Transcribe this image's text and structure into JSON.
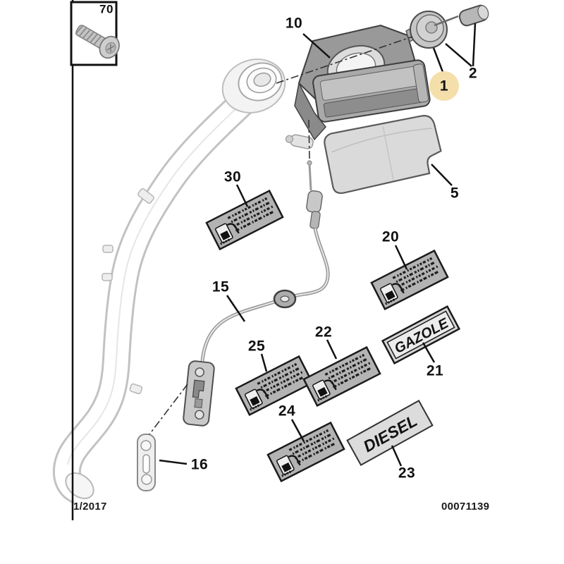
{
  "callouts": {
    "c70": "70",
    "c10": "10",
    "c1": "1",
    "c2": "2",
    "c5": "5",
    "c30": "30",
    "c15": "15",
    "c16": "16",
    "c20": "20",
    "c21": "21",
    "c22": "22",
    "c23": "23",
    "c24": "24",
    "c25": "25"
  },
  "plates": {
    "gazole": "GAZOLE",
    "diesel": "DIESEL"
  },
  "footer": {
    "edition_date": "1/2017",
    "doc_number": "00071139"
  },
  "highlight": {
    "selected_callout": "1",
    "color": "#f4dfab"
  }
}
